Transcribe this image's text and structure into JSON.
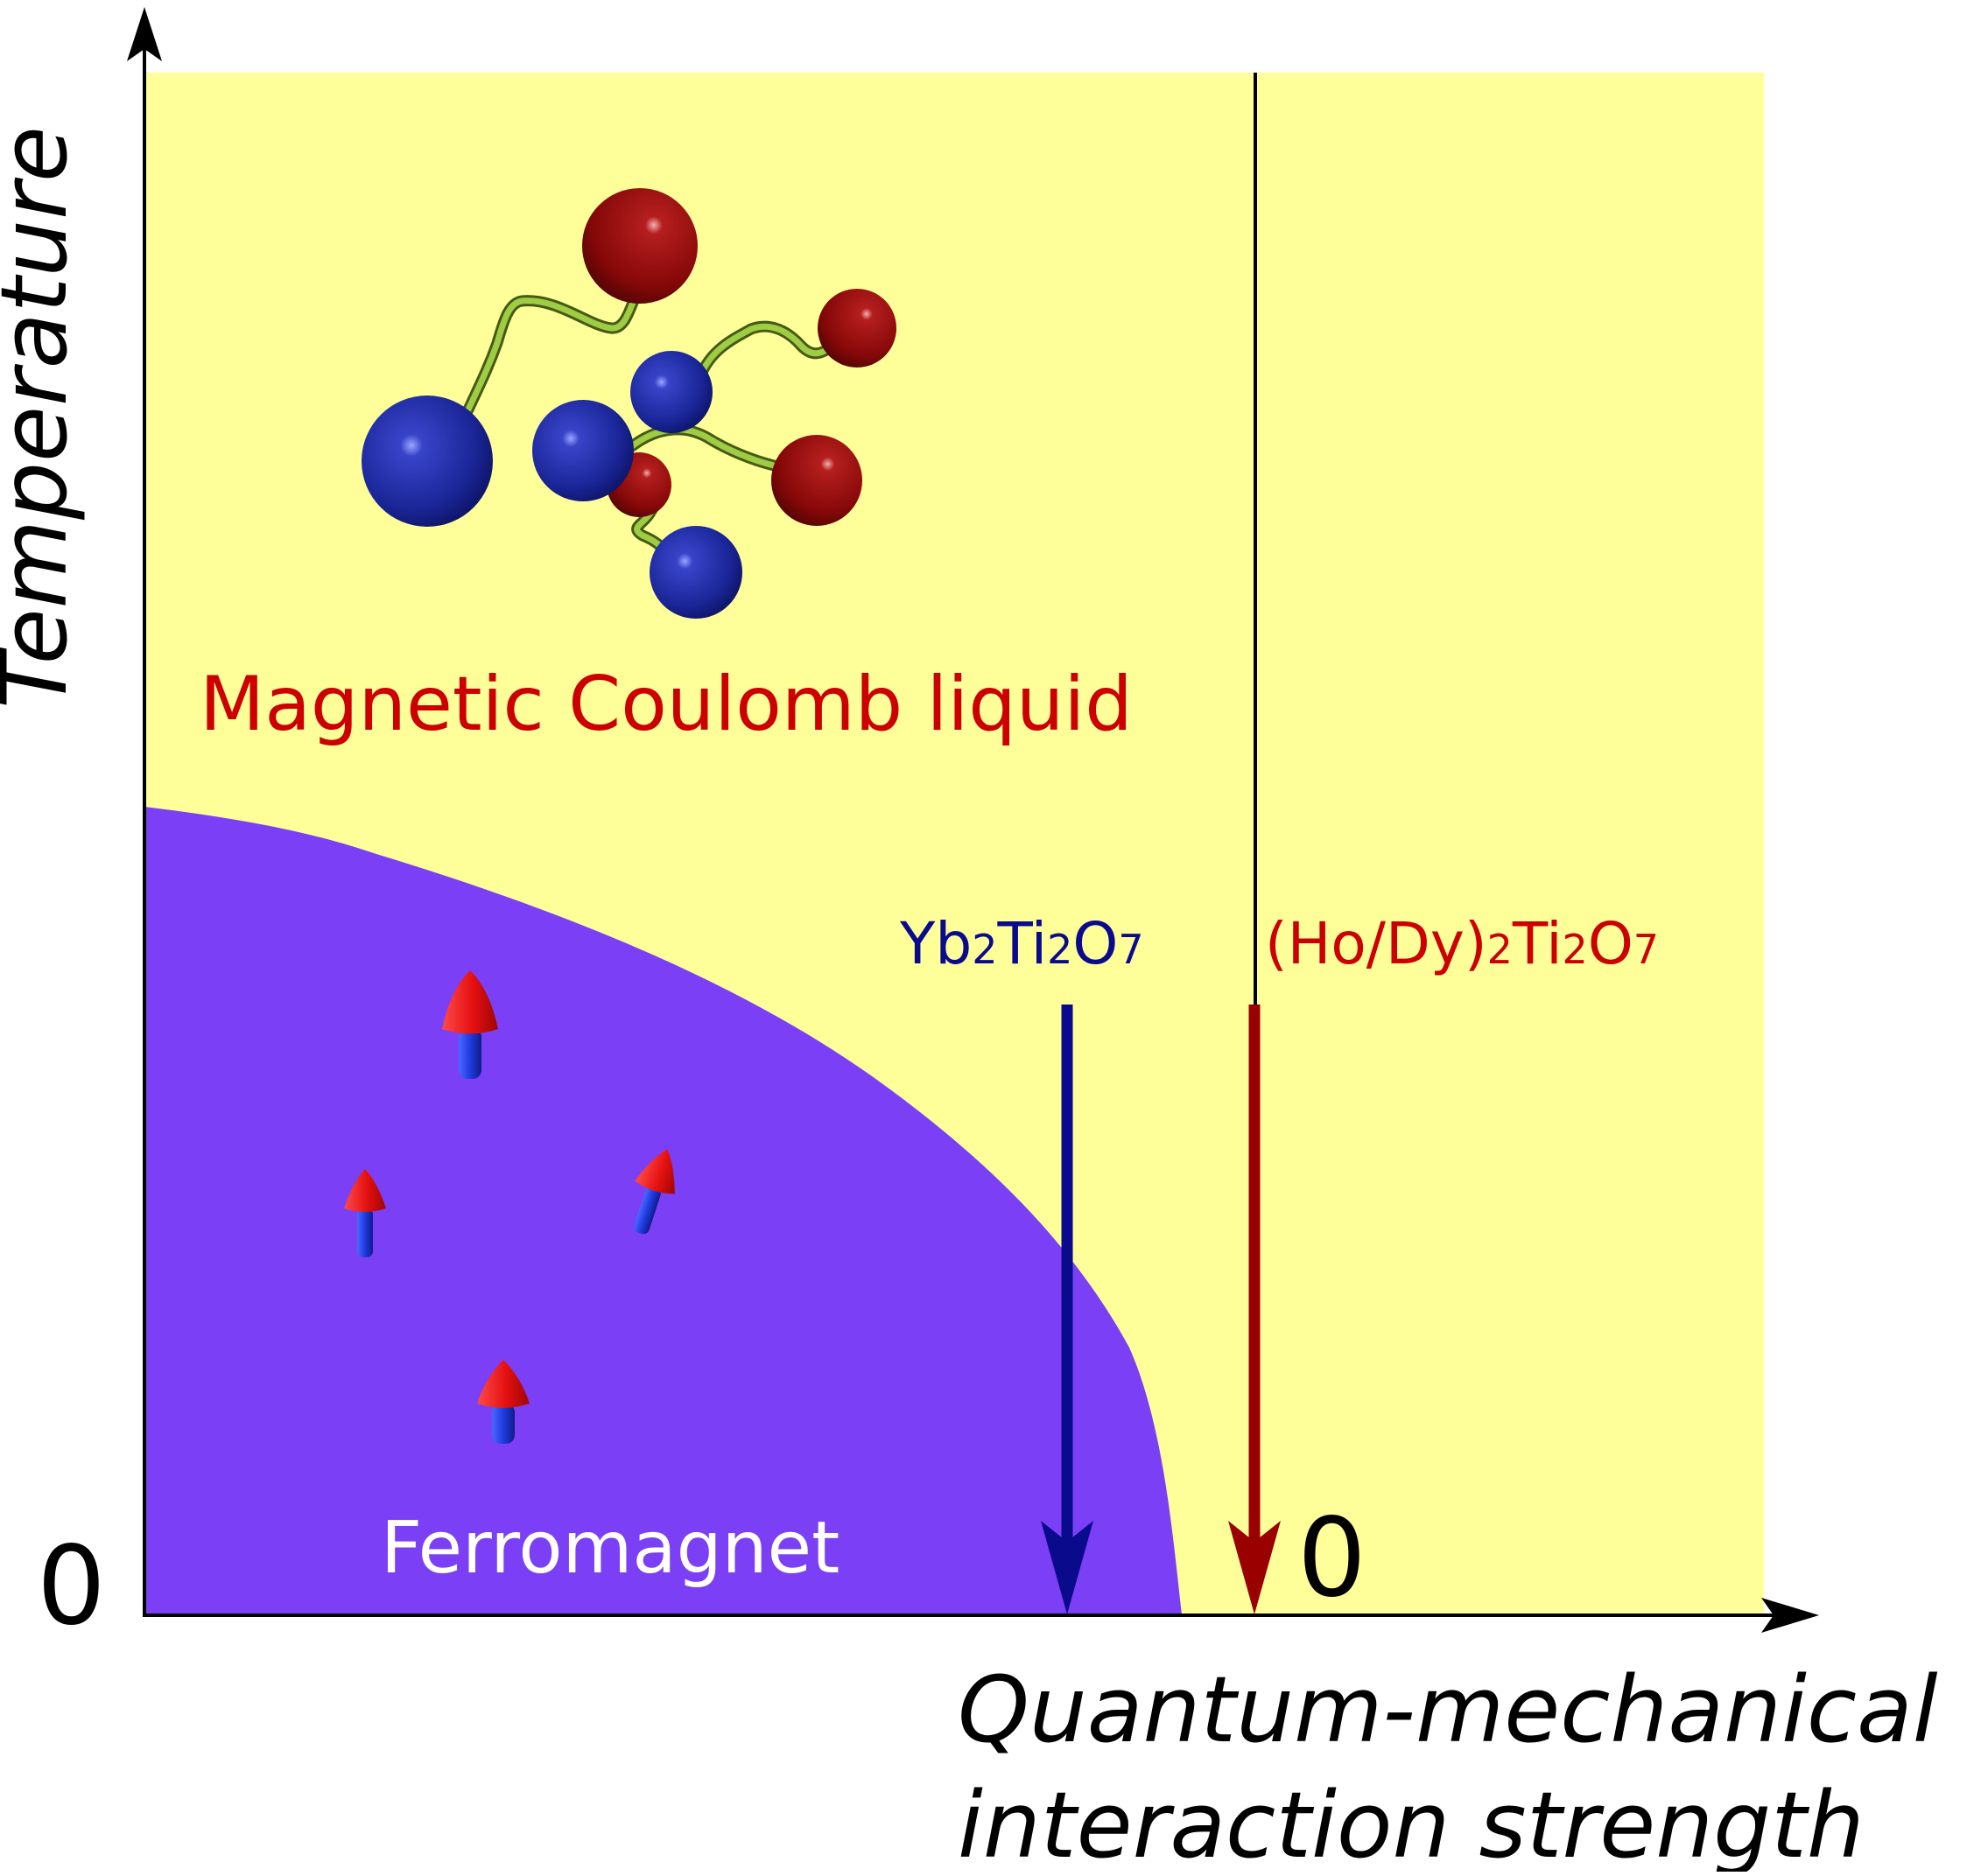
{
  "diagram": {
    "y_axis_label": "Temperature",
    "x_axis_label_line1": "Quantum-mechanical",
    "x_axis_label_line2": "interaction strength",
    "y_origin_label": "0",
    "x_zero_label": "0",
    "phases": {
      "liquid": {
        "label": "Magnetic Coulomb liquid",
        "color": "#ffff99",
        "label_color": "#cc0000"
      },
      "ferromagnet": {
        "label": "Ferromagnet",
        "color": "#7b3ff5",
        "label_color": "#ffffff"
      }
    },
    "materials": {
      "yb": {
        "base": "Yb",
        "sub1": "2",
        "mid": "Ti",
        "sub2": "2",
        "end": "O",
        "sub3": "7",
        "color": "#0a0a8c"
      },
      "hody": {
        "base": "(Ho/Dy)",
        "sub1": "2",
        "mid": "Ti",
        "sub2": "2",
        "end": "O",
        "sub3": "7",
        "color": "#cc0000"
      }
    },
    "colors": {
      "axis": "#000000",
      "blue_sphere": "#1f2a9e",
      "red_sphere": "#8e0b0b",
      "string": "#8dbb3a",
      "spin_head": "#e01010",
      "spin_tail": "#1e36d8"
    }
  }
}
